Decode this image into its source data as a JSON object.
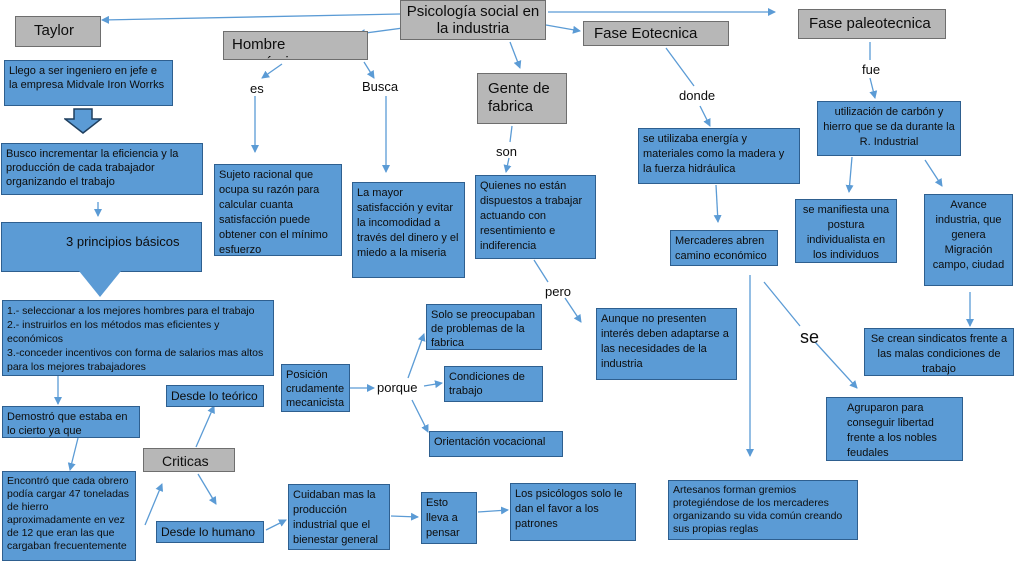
{
  "title_node": "Psicología social en la industria",
  "branches": {
    "taylor": "Taylor",
    "hombre_economico": "Hombre económico",
    "gente_fabrica": "Gente de fabrica",
    "fase_eotecnica": "Fase Eotecnica",
    "fase_paleotecnica": "Fase paleotecnica",
    "criticas": "Criticas"
  },
  "taylor_boxes": {
    "llego": "Llego a ser ingeniero en jefe e la empresa Midvale Iron Worrks",
    "busco": "Busco incrementar  la eficiencia y la producción de cada trabajador organizando el trabajo",
    "principios_title": "3 principios básicos",
    "principios_list": "1.- seleccionar a los mejores hombres para el trabajo\n2.- instruirlos en los métodos mas eficientes y económicos\n3.-conceder incentivos con forma de salarios mas altos para los mejores trabajadores",
    "demostro": "Demostró que estaba en lo cierto ya que",
    "encontro": "Encontró que cada obrero podía cargar 47 toneladas de hierro aproximadamente en vez de 12 que eran las que cargaban frecuentemente"
  },
  "hombre_boxes": {
    "sujeto": "Sujeto racional que ocupa su razón para calcular cuanta satisfacción puede obtener con el mínimo esfuerzo",
    "mayor": "La mayor satisfacción y evitar la incomodidad a través del dinero y el miedo a la miseria"
  },
  "gente_boxes": {
    "quienes": "Quienes no están dispuestos a trabajar actuando con resentimiento e indiferencia",
    "aunque": "Aunque no presenten interés deben adaptarse a las necesidades de la industria"
  },
  "criticas_boxes": {
    "posicion": "Posición crudamente mecanicista",
    "solo": "Solo se preocupaban de problemas de la fabrica",
    "condiciones": "Condiciones de trabajo",
    "orientacion": "Orientación vocacional",
    "teorico": "Desde lo teórico",
    "humano": "Desde lo humano",
    "cuidaban": "Cuidaban mas la producción industrial que el bienestar general",
    "esto": "Esto lleva a pensar que",
    "psicologos": "Los psicólogos solo le dan el favor a los patrones"
  },
  "eotecnica_boxes": {
    "utilizaba": "se utilizaba energía y materiales como la madera y la fuerza hidráulica",
    "mercaderes": "Mercaderes abren camino económico",
    "artesanos": "Artesanos forman gremios protegiéndose de los mercaderes organizando su vida común creando sus propias reglas"
  },
  "paleotecnica_boxes": {
    "carbon": "utilización de carbón y hierro que se da durante la R. Industrial",
    "manifiesta": "se manifiesta una postura individualista en los individuos",
    "avance": "Avance industria, que genera Migración campo, ciudad",
    "sindicatos": "Se crean sindicatos frente a las malas condiciones de trabajo",
    "agruparon": "Agruparon para conseguir libertad frente a los nobles feudales"
  },
  "connectors": {
    "es": "es",
    "busca": "Busca",
    "son": "son",
    "pero": "pero",
    "donde": "donde",
    "fue": "fue",
    "porque": "porque",
    "se": "se"
  },
  "colors": {
    "box_fill": "#5b9bd5",
    "box_border": "#2e5f8f",
    "label_fill": "#b7b7b7",
    "label_border": "#6e6e6e",
    "arrow": "#5b9bd5"
  }
}
